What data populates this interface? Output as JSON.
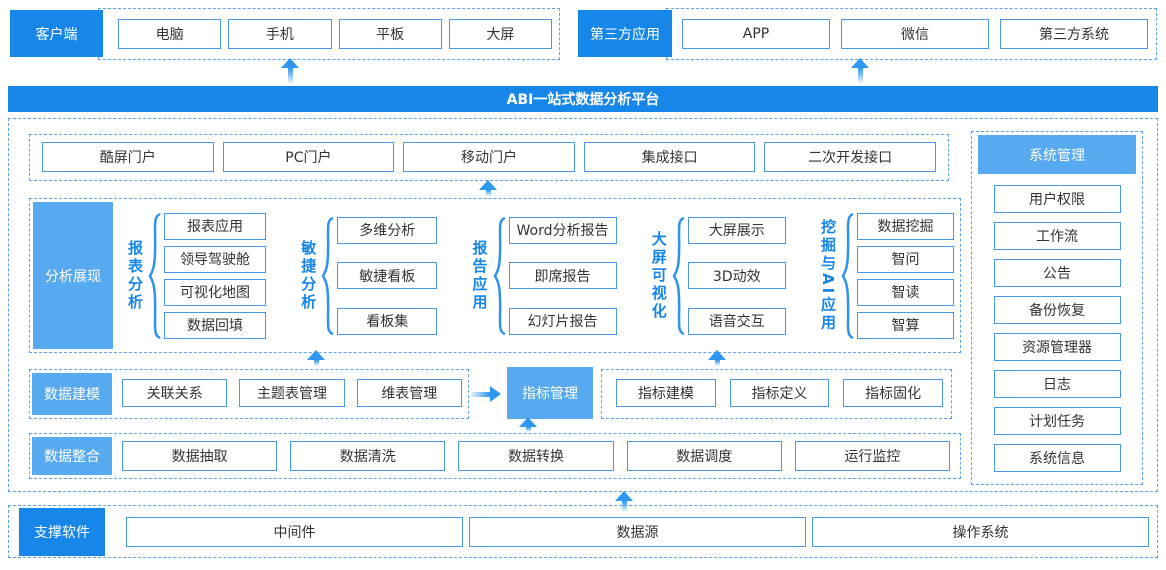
{
  "banner": {
    "title": "ABI一站式数据分析平台"
  },
  "client": {
    "label": "客户端",
    "items": [
      "电脑",
      "手机",
      "平板",
      "大屏"
    ]
  },
  "third_party": {
    "label": "第三方应用",
    "items": [
      "APP",
      "微信",
      "第三方系统"
    ]
  },
  "portals": {
    "items": [
      "酷屏门户",
      "PC门户",
      "移动门户",
      "集成接口",
      "二次开发接口"
    ]
  },
  "analysis": {
    "label": "分析展现",
    "groups": [
      {
        "name": "报表分析",
        "items": [
          "报表应用",
          "领导驾驶舱",
          "可视化地图",
          "数据回填"
        ]
      },
      {
        "name": "敏捷分析",
        "items": [
          "多维分析",
          "敏捷看板",
          "看板集"
        ]
      },
      {
        "name": "报告应用",
        "items": [
          "Word分析报告",
          "即席报告",
          "幻灯片报告"
        ]
      },
      {
        "name": "大屏可视化",
        "items": [
          "大屏展示",
          "3D动效",
          "语音交互"
        ]
      },
      {
        "name": "挖掘与AI应用",
        "items": [
          "数据挖掘",
          "智问",
          "智读",
          "智算"
        ]
      }
    ]
  },
  "modeling": {
    "label": "数据建模",
    "items": [
      "关联关系",
      "主题表管理",
      "维表管理"
    ],
    "indicator_label": "指标管理",
    "indicator_items": [
      "指标建模",
      "指标定义",
      "指标固化"
    ]
  },
  "integration": {
    "label": "数据整合",
    "items": [
      "数据抽取",
      "数据清洗",
      "数据转换",
      "数据调度",
      "运行监控"
    ]
  },
  "system": {
    "label": "系统管理",
    "items": [
      "用户权限",
      "工作流",
      "公告",
      "备份恢复",
      "资源管理器",
      "日志",
      "计划任务",
      "系统信息"
    ]
  },
  "support": {
    "label": "支撑软件",
    "items": [
      "中间件",
      "数据源",
      "操作系统"
    ]
  },
  "colors": {
    "primary_blue": "#1687E9",
    "light_blue": "#57AAEF",
    "box_border_blue": "#4A97E8",
    "dashed_border_blue": "#5AA0EC",
    "arrow_blue": "#2E97F0",
    "text_dark": "#333333"
  }
}
